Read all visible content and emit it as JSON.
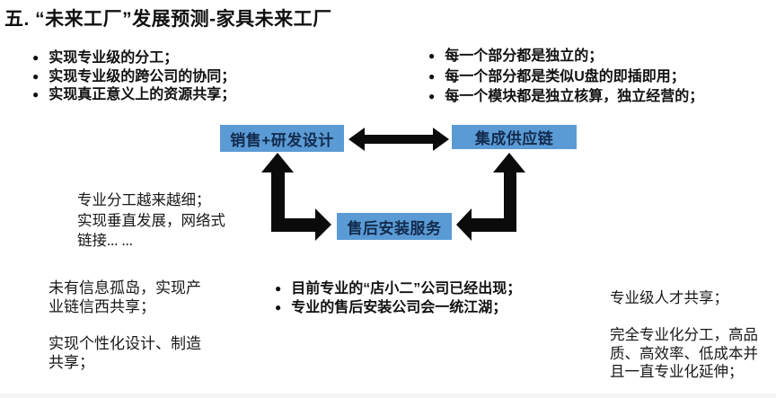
{
  "slide": {
    "title": "五. “未来工厂”发展预测-家具未来工厂"
  },
  "bullet_glyph": "●",
  "top_left_bullets": [
    "实现专业级的分工；",
    "实现专业级的跨公司的协同；",
    "实现真正意义上的资源共享；"
  ],
  "top_right_bullets": [
    "每一个部分都是独立的；",
    "每一个部分都是类似U盘的即插即用；",
    "每一个模块都是独立核算，独立经营的；"
  ],
  "bottom_middle_bullets": [
    "目前专业的“店小二”公司已经出现；",
    "专业的售后安装公司会一统江湖；"
  ],
  "nodes": {
    "sales": "销售+研发设计",
    "supply": "集成供应链",
    "service": "售后安装服务"
  },
  "notes": {
    "left_mid": "专业分工越来越细；\n实现垂直发展，网络式\n链接... ...",
    "bottom_left_1": "未有信息孤岛，实现产\n业链信西共享；",
    "bottom_left_2": "实现个性化设计、制造\n共享；",
    "bottom_right_1": "专业级人才共享；",
    "bottom_right_2": "完全专业化分工，高品\n质、高效率、低成本并\n且一直专业化延伸；"
  },
  "colors": {
    "node-fill": "#5b9bd5",
    "node-text": "#122b4d",
    "arrow": "#0b0b0b"
  }
}
